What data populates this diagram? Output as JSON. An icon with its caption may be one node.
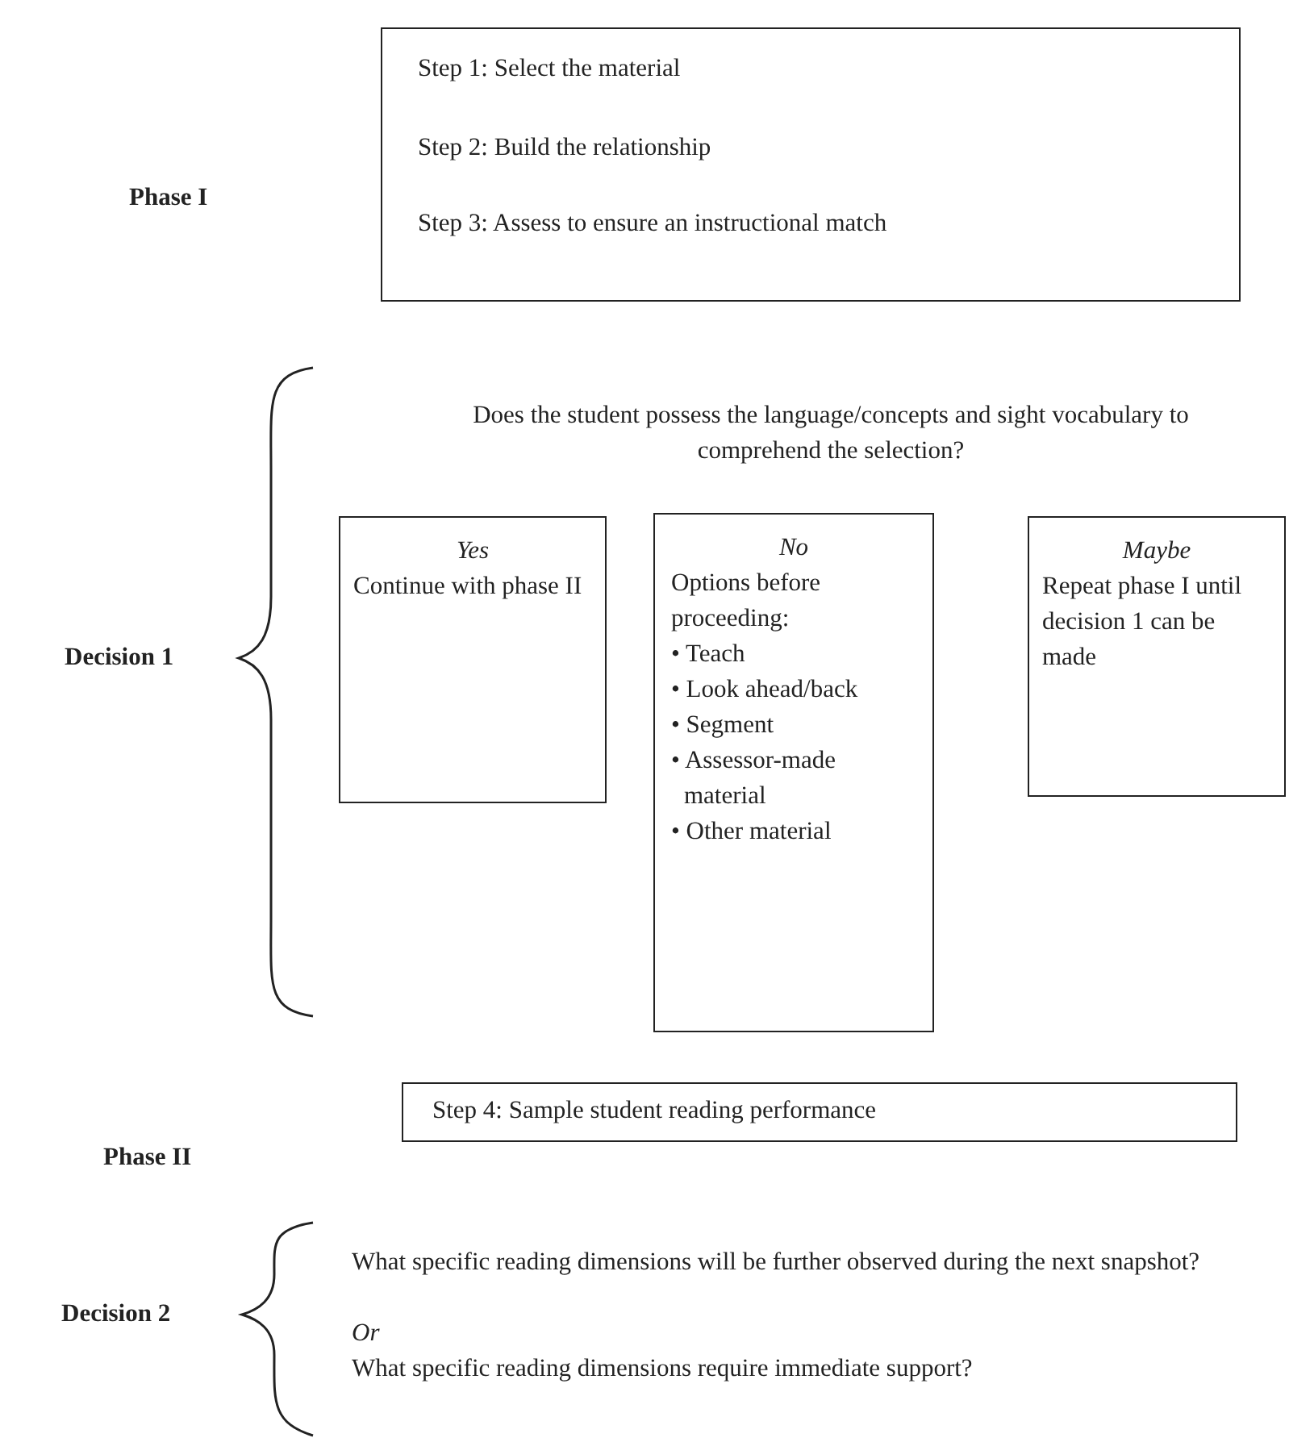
{
  "diagram": {
    "nodes": [
      {
        "text": [
          "Step 1: Select the material",
          "Step 2: Build the relationship",
          "Step 3: Assess to ensure an instructional match"
        ]
      },
      {
        "text": [
          "Yes",
          "Continue with phase II"
        ]
      },
      {
        "text": [
          "No",
          "Options before proceeding:",
          "• Teach",
          "• Look ahead/back",
          "• Segment",
          "• Assessor-made material",
          "• Other material"
        ]
      },
      {
        "text": [
          "Maybe",
          "Repeat phase I until decision 1 can be made"
        ]
      },
      {
        "text": [
          "Step 4: Sample student reading performance"
        ]
      }
    ],
    "edges": [],
    "labels": [
      "Phase I",
      "Does the student possess the language/concepts and sight vocabulary to comprehend the selection?",
      "Decision 1",
      "Phase II",
      "Decision 2",
      "What specific reading dimensions will be further observed during the next snapshot?",
      "Or",
      "What specific reading dimensions require immediate support?"
    ]
  }
}
